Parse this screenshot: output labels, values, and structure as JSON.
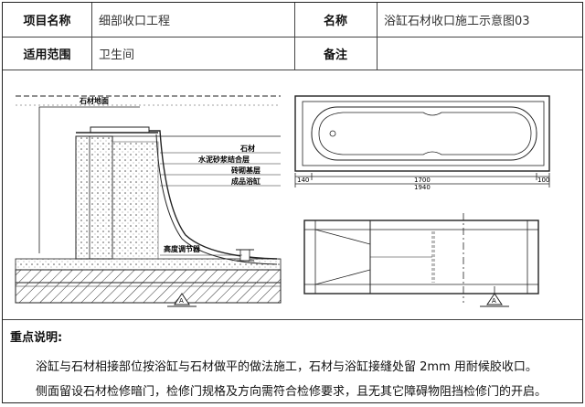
{
  "header": {
    "project_label": "项目名称",
    "project_value": "细部收口工程",
    "name_label": "名称",
    "name_value": "浴缸石材收口施工示意图03",
    "scope_label": "适用范围",
    "scope_value": "卫生间",
    "remark_label": "备注",
    "remark_value": ""
  },
  "drawing": {
    "section_labels": {
      "stone_floor": "石材地面",
      "stone": "石材",
      "cement_mortar": "水泥砂浆结合层",
      "brick_base": "砖砌基层",
      "finished_tub": "成品浴缸",
      "height_adjust": "高度调节器"
    },
    "dims": {
      "left": "140",
      "middle": "1700",
      "right": "100",
      "total": "1940"
    },
    "section_mark": "A"
  },
  "notes": {
    "title": "重点说明:",
    "line1": "浴缸与石材相接部位按浴缸与石材做平的做法施工，石材与浴缸接缝处留 2mm 用耐候胶收口。",
    "line2": "侧面留设石材检修暗门，检修门规格及方向需符合检修要求，且无其它障碍物阻挡检修门的开启。"
  }
}
